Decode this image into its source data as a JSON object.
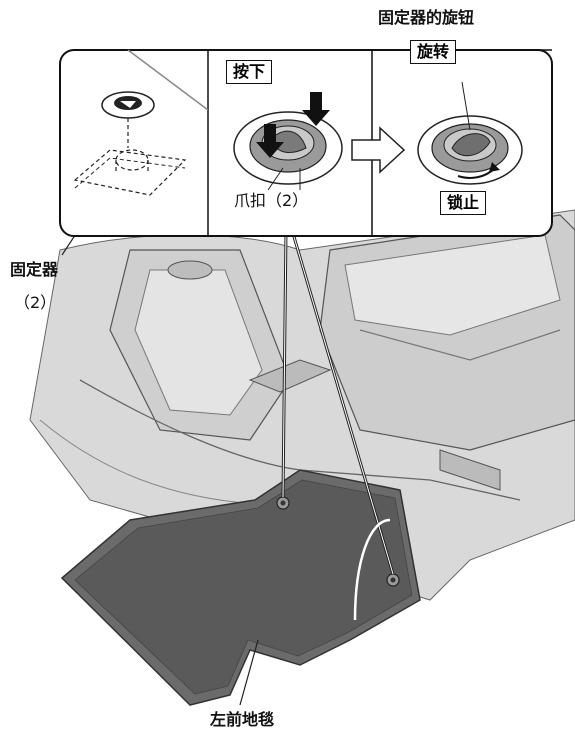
{
  "labels": {
    "knob_title": "固定器的旋钮",
    "press": "按下",
    "rotate": "旋转",
    "clip": "爪扣（2）",
    "lock": "锁止",
    "fastener": "固定器",
    "fastener_qty": "（2）",
    "floor_mat": "左前地毯"
  }
}
